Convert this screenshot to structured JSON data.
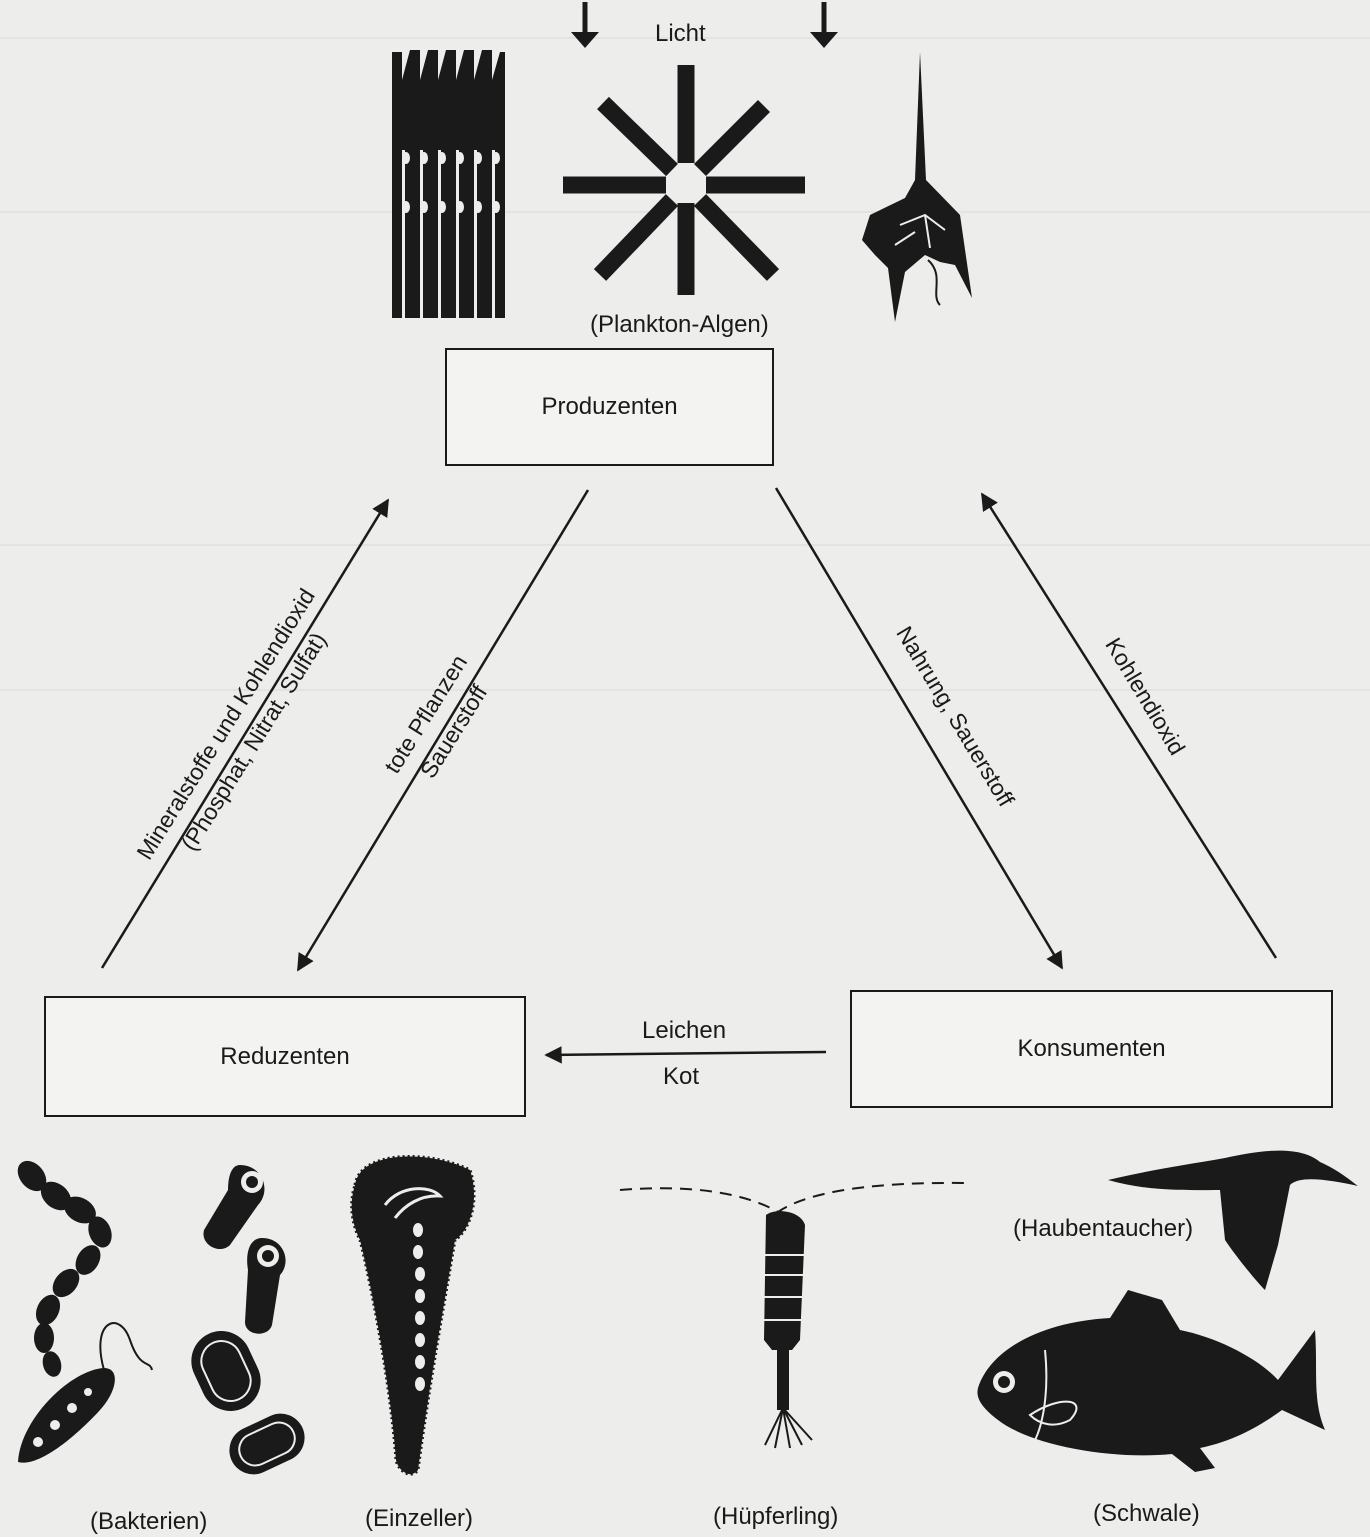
{
  "light_label": "Licht",
  "plankton_label": "(Plankton-Algen)",
  "boxes": {
    "producers": "Produzenten",
    "reducers": "Reduzenten",
    "consumers": "Konsumenten"
  },
  "arrows": {
    "minerals_line1": "Mineralstoffe und Kohlendioxid",
    "minerals_line2": "(Phosphat, Nitrat, Sulfat)",
    "dead_plants_line1": "tote Pflanzen",
    "dead_plants_line2": "Sauerstoff",
    "food_oxygen": "Nahrung, Sauerstoff",
    "carbon_dioxide": "Kohlendioxid",
    "corpses": "Leichen",
    "feces": "Kot"
  },
  "organisms": {
    "bacteria": "(Bakterien)",
    "protozoa": "(Einzeller)",
    "copepod": "(Hüpferling)",
    "grebe": "(Haubentaucher)",
    "schools": "(Schwale)"
  },
  "colors": {
    "ink": "#1a1a1a",
    "paper": "#ededeb"
  }
}
